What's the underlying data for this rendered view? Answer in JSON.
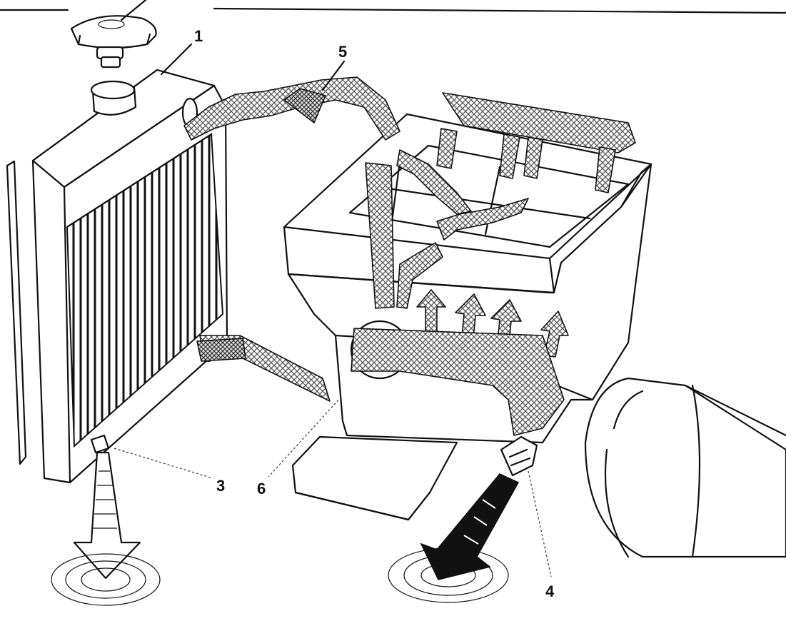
{
  "callouts": [
    {
      "id": "1",
      "label": "1"
    },
    {
      "id": "3",
      "label": "3"
    },
    {
      "id": "4",
      "label": "4"
    },
    {
      "id": "5",
      "label": "5"
    },
    {
      "id": "6",
      "label": "6"
    }
  ],
  "colors": {
    "ink": "#111111",
    "paper": "#ffffff"
  }
}
